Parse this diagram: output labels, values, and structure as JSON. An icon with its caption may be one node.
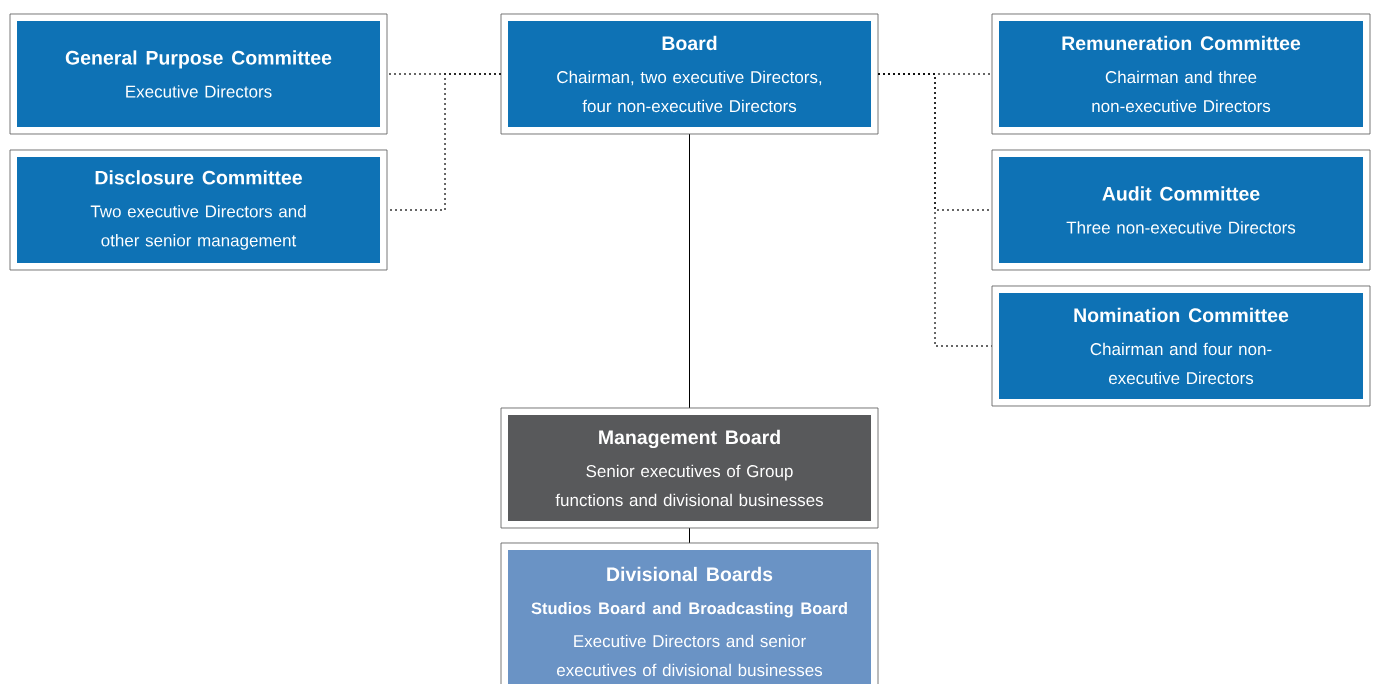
{
  "diagram": {
    "nodes": [
      {
        "text": [
          "General Purpose Committee",
          "Executive Directors"
        ]
      },
      {
        "text": [
          "Board",
          "Chairman, two executive Directors, four non-executive Directors"
        ]
      },
      {
        "text": [
          "Remuneration Committee",
          "Chairman and three non-executive Directors"
        ]
      },
      {
        "text": [
          "Disclosure Committee",
          "Two executive Directors and other senior management"
        ]
      },
      {
        "text": [
          "Audit Committee",
          "Three non-executive Directors"
        ]
      },
      {
        "text": [
          "Nomination Committee",
          "Chairman and four non-executive Directors"
        ]
      },
      {
        "text": [
          "Management Board",
          "Senior executives of Group functions and divisional businesses"
        ]
      },
      {
        "text": [
          "Divisional Boards",
          "Studios Board and Broadcasting Board",
          "Executive Directors and senior executives of divisional businesses"
        ]
      }
    ],
    "edges": [
      {
        "from": 1,
        "to": 0,
        "arrow": "none",
        "style": "dashed"
      },
      {
        "from": 1,
        "to": 3,
        "arrow": "none",
        "style": "dashed"
      },
      {
        "from": 1,
        "to": 2,
        "arrow": "none",
        "style": "dashed"
      },
      {
        "from": 1,
        "to": 4,
        "arrow": "none",
        "style": "dashed"
      },
      {
        "from": 1,
        "to": 5,
        "arrow": "none",
        "style": "dashed"
      },
      {
        "from": 1,
        "to": 6,
        "arrow": "none"
      },
      {
        "from": 6,
        "to": 7,
        "arrow": "none"
      }
    ]
  }
}
